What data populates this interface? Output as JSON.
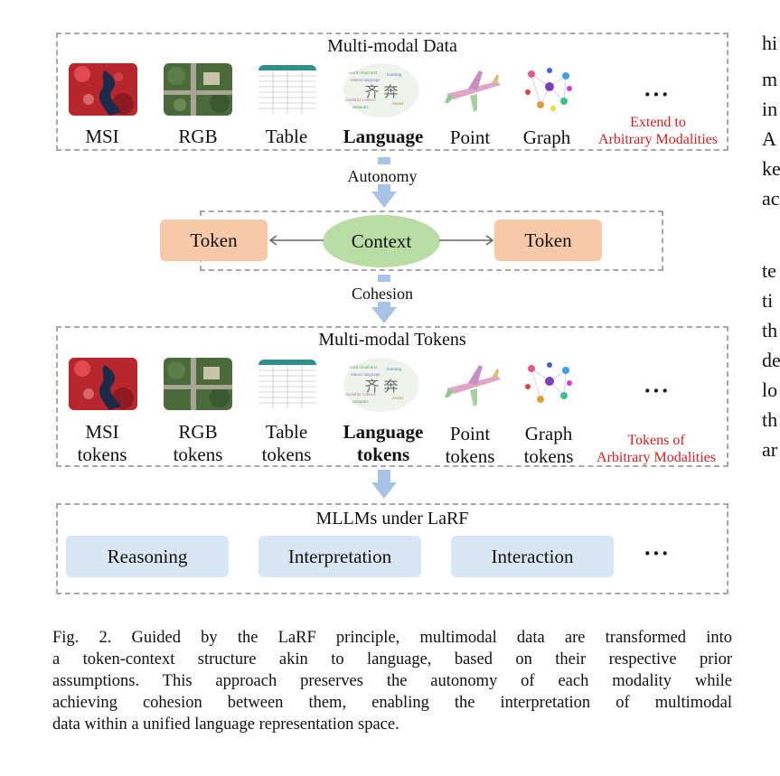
{
  "diagram": {
    "top_box_title": "Multi-modal Data",
    "modalities": [
      {
        "label": "MSI",
        "token_label_1": "MSI",
        "token_label_2": "tokens"
      },
      {
        "label": "RGB",
        "token_label_1": "RGB",
        "token_label_2": "tokens"
      },
      {
        "label": "Table",
        "token_label_1": "Table",
        "token_label_2": "tokens"
      },
      {
        "label": "Language",
        "token_label_1": "Language",
        "token_label_2": "tokens"
      },
      {
        "label": "Point",
        "token_label_1": "Point",
        "token_label_2": "tokens"
      },
      {
        "label": "Graph",
        "token_label_1": "Graph",
        "token_label_2": "tokens"
      }
    ],
    "ellipsis": "···",
    "extend_line1": "Extend to",
    "extend_line2": "Arbitrary Modalities",
    "autonomy_label": "Autonomy",
    "token_left": "Token",
    "context_label": "Context",
    "token_right": "Token",
    "cohesion_label": "Cohesion",
    "tokens_box_title": "Multi-modal Tokens",
    "arbitrary_tokens_line1": "Tokens of",
    "arbitrary_tokens_line2": "Arbitrary Modalities",
    "bottom_box_title": "MLLMs under LaRF",
    "tasks": [
      "Reasoning",
      "Interpretation",
      "Interaction"
    ],
    "word_cloud_text": "齐 奔"
  },
  "caption_lines": [
    "Fig. 2.  Guided by the LaRF principle, multimodal data are transformed into",
    "a token-context structure akin to language, based on their respective prior",
    "assumptions. This approach preserves the autonomy of each modality while",
    "achieving cohesion between them, enabling the interpretation of multimodal",
    "data within a unified language representation space."
  ],
  "side_text_fragments": [
    "hi",
    "m",
    "in",
    "A",
    "ke",
    "ac",
    "te",
    "ti",
    "th",
    "de",
    "lo",
    "th",
    "ar"
  ],
  "colors": {
    "token": "#f8c9a9",
    "context": "#b9dda4",
    "task": "#d8e7f3",
    "arrow": "#a9c3e6",
    "red_text": "#d42020",
    "dashed_border": "#a8a8a8"
  }
}
